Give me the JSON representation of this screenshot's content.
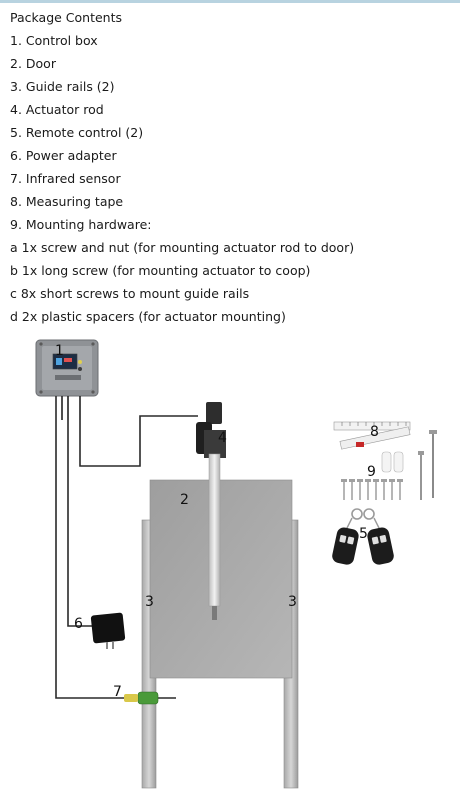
{
  "document": {
    "heading": "Package Contents",
    "items": [
      "1. Control box",
      "2. Door",
      "3. Guide rails (2)",
      "4. Actuator rod",
      "5. Remote control (2)",
      "6. Power adapter",
      "7. Infrared sensor",
      "8. Measuring tape",
      "9. Mounting hardware:"
    ],
    "hardware": [
      "a 1x screw and nut (for mounting actuator rod to door)",
      "b 1x long screw (for mounting actuator to coop)",
      "c 8x short screws to mount guide rails",
      "d 2x plastic spacers (for actuator mounting)"
    ]
  },
  "diagram": {
    "callouts": {
      "control_box": "1",
      "door": "2",
      "rail_left": "3",
      "rail_right": "3",
      "actuator": "4",
      "remote": "5",
      "adapter": "6",
      "sensor": "7",
      "tape": "8",
      "hardware": "9"
    }
  }
}
